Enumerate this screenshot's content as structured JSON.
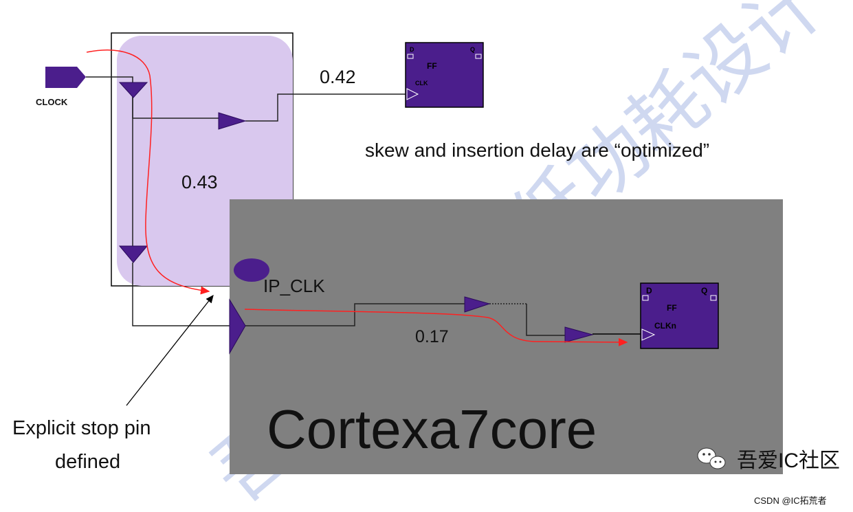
{
  "clock_port": {
    "label": "CLOCK"
  },
  "top_flop": {
    "title": "FF",
    "pin_d": "D",
    "pin_q": "Q",
    "pin_clk": "CLK"
  },
  "core_flop": {
    "title": "FF",
    "pin_d": "D",
    "pin_q": "Q",
    "pin_clk": "CLKn"
  },
  "delays": {
    "top_path": "0.42",
    "tree_block": "0.43",
    "core_path": "0.17"
  },
  "note": "skew and insertion delay are “optimized”",
  "ip_clock_label": "IP_CLK",
  "stop_pin_label": {
    "line1": "Explicit stop pin",
    "line2": "defined"
  },
  "core_name": "Cortexa7core",
  "brand": {
    "name": "吾爱IC社区",
    "credit": "CSDN @IC拓荒者"
  },
  "watermark": "吾爱IC社区低功耗设计",
  "colors": {
    "tree_block": "#d9c8ee",
    "core_block": "#808080",
    "cell_purple": "#4b1e8c",
    "path_red": "#ff2020"
  }
}
